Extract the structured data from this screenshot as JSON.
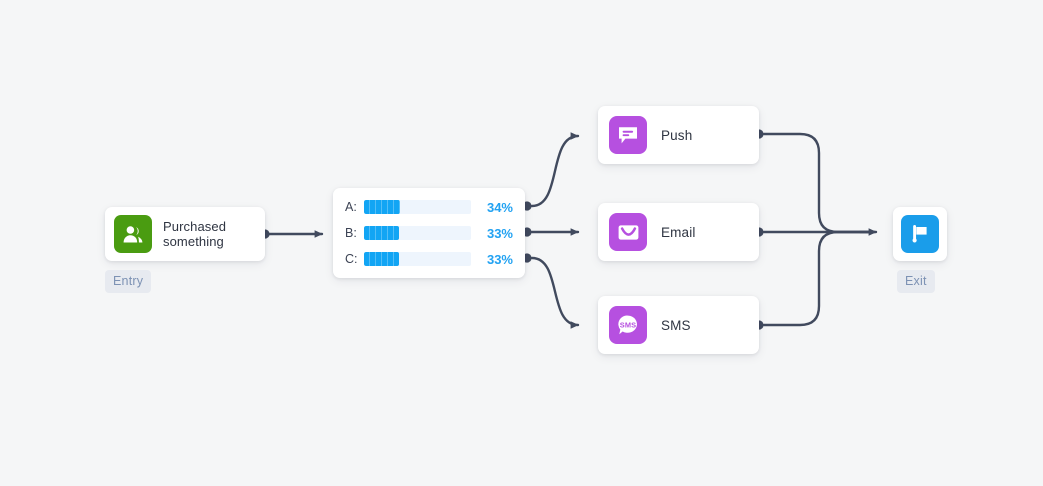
{
  "canvas": {
    "background": "#f5f6f7"
  },
  "theme": {
    "wire_color": "#414a5e",
    "accent_blue": "#22a2f2",
    "bar_fill": "#12a5f4",
    "bar_track": "#eef5fd",
    "entry_icon_bg": "#4a9c11",
    "channel_icon_bg": "#b650e0",
    "exit_icon_bg": "#1a9dea",
    "badge_bg": "#e7eaf0",
    "badge_text": "#7d92b4",
    "card_bg": "#ffffff",
    "text_color": "#2f3542"
  },
  "entry": {
    "label": "Purchased\nsomething",
    "label_line1": "Purchased",
    "label_line2": "something",
    "icon": "users-icon",
    "badge": "Entry"
  },
  "split": {
    "icon": "split-icon",
    "branches": [
      {
        "key": "A:",
        "percent": "34%",
        "value": 34
      },
      {
        "key": "B:",
        "percent": "33%",
        "value": 33
      },
      {
        "key": "C:",
        "percent": "33%",
        "value": 33
      }
    ]
  },
  "channels": [
    {
      "label": "Push",
      "icon": "push-message-icon"
    },
    {
      "label": "Email",
      "icon": "envelope-icon"
    },
    {
      "label": "SMS",
      "icon": "sms-bubble-icon"
    }
  ],
  "exit": {
    "icon": "flag-icon",
    "badge": "Exit"
  }
}
